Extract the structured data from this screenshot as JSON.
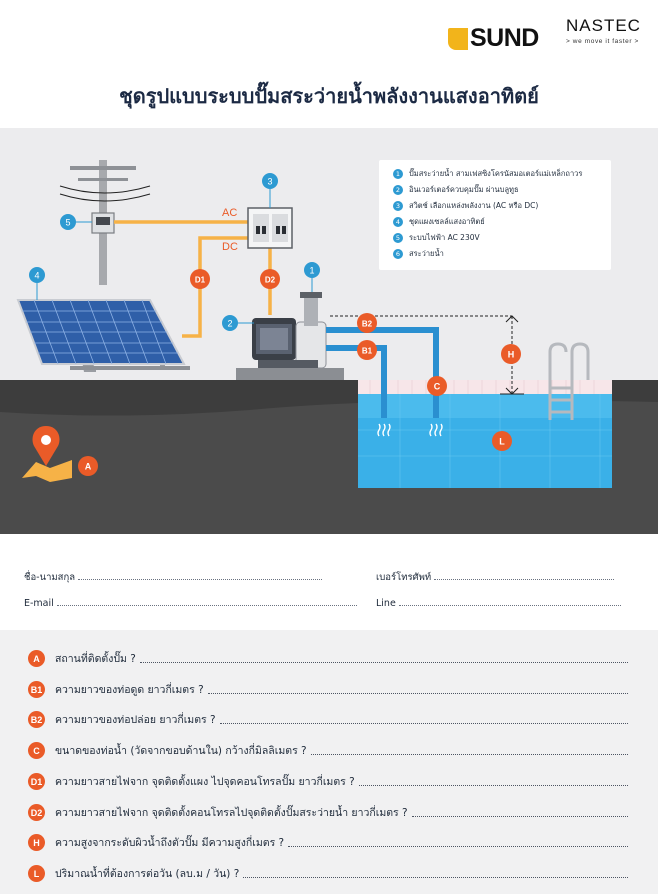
{
  "header": {
    "brand_sund": "SUND",
    "brand_nastec": "NASTEC",
    "brand_nastec_tagline": "> we move it faster >",
    "title": "ชุดรูปแบบระบบปั๊มสระว่ายน้ำพลังงานแสงอาทิตย์"
  },
  "diagram": {
    "legend": [
      {
        "num": "1",
        "label": "ปั๊มสระว่ายน้ำ สามเฟสซิงโครนัสมอเตอร์แม่เหล็กถาวร"
      },
      {
        "num": "2",
        "label": "อินเวอร์เตอร์ควบคุมปั๊ม ผ่านบลูทูธ"
      },
      {
        "num": "3",
        "label": "สวิตช์ เลือกแหล่งพลังงาน (AC หรือ DC)"
      },
      {
        "num": "4",
        "label": "ชุดแผงเซลล์แสงอาทิตย์"
      },
      {
        "num": "5",
        "label": "ระบบไฟฟ้า AC 230V"
      },
      {
        "num": "6",
        "label": "สระว่ายน้ำ"
      }
    ],
    "callouts": {
      "n1": "1",
      "n2": "2",
      "n3": "3",
      "n4": "4",
      "n5": "5",
      "A": "A",
      "B1": "B1",
      "B2": "B2",
      "C": "C",
      "D1": "D1",
      "D2": "D2",
      "H": "H",
      "L": "L",
      "ac": "AC",
      "dc": "DC"
    },
    "colors": {
      "ac_line": "#f6b247",
      "water_pipe": "#2a8fd0",
      "pool_water": "#3ab0e8",
      "ground": "#4b4b4b",
      "callout_orange": "#ea5b28",
      "callout_blue": "#2d9ad2"
    }
  },
  "form": {
    "name_label": "ชื่อ-นามสกุล",
    "phone_label": "เบอร์โทรศัพท์",
    "email_label": "E-mail",
    "line_label": "Line"
  },
  "questions": [
    {
      "code": "A",
      "text": "สถานที่ติดตั้งปั๊ม ?"
    },
    {
      "code": "B1",
      "text": "ความยาวของท่อดูด ยาวกี่เมตร ?"
    },
    {
      "code": "B2",
      "text": "ความยาวของท่อปล่อย ยาวกี่เมตร ?"
    },
    {
      "code": "C",
      "text": "ขนาดของท่อน้ำ (วัดจากขอบด้านใน) กว้างกี่มิลลิเมตร ?"
    },
    {
      "code": "D1",
      "text": "ความยาวสายไฟจาก จุดติดตั้งแผง ไปจุดคอนโทรลปั๊ม ยาวกี่เมตร ?"
    },
    {
      "code": "D2",
      "text": "ความยาวสายไฟจาก จุดติดตั้งคอนโทรลไปจุดติดตั้งปั๊มสระว่ายน้ำ ยาวกี่เมตร ?"
    },
    {
      "code": "H",
      "text": "ความสูงจากระดับผิวน้ำถึงตัวปั๊ม มีความสูงกี่เมตร ?"
    },
    {
      "code": "L",
      "text": "ปริมาณน้ำที่ต้องการต่อวัน (ลบ.ม / วัน) ?"
    }
  ]
}
